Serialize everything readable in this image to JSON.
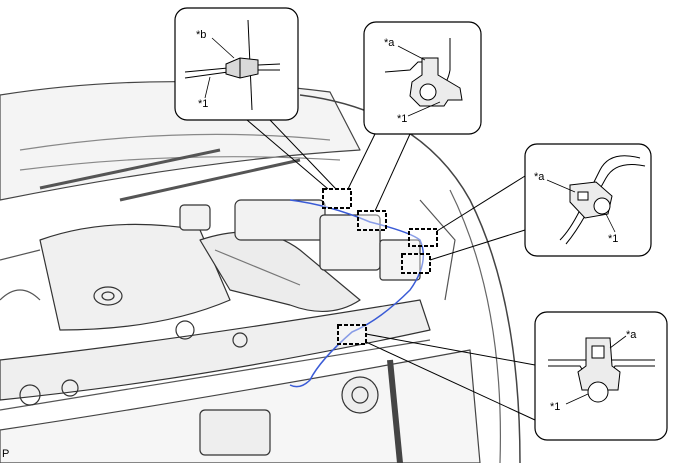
{
  "figure_code": "P",
  "callouts": {
    "top_left": {
      "label_top": "*b",
      "label_bottom": "*1"
    },
    "top_right": {
      "label_top": "*a",
      "label_bottom": "*1"
    },
    "right_middle": {
      "label_top": "*a",
      "label_bottom": "*1"
    },
    "bottom_right": {
      "label_top": "*a",
      "label_bottom": "*1"
    }
  },
  "colors": {
    "outline": "#000000",
    "engine_line": "#333333",
    "harness": "#3a5bd6",
    "fill": "#ffffff",
    "shade": "#d9d9d9"
  }
}
